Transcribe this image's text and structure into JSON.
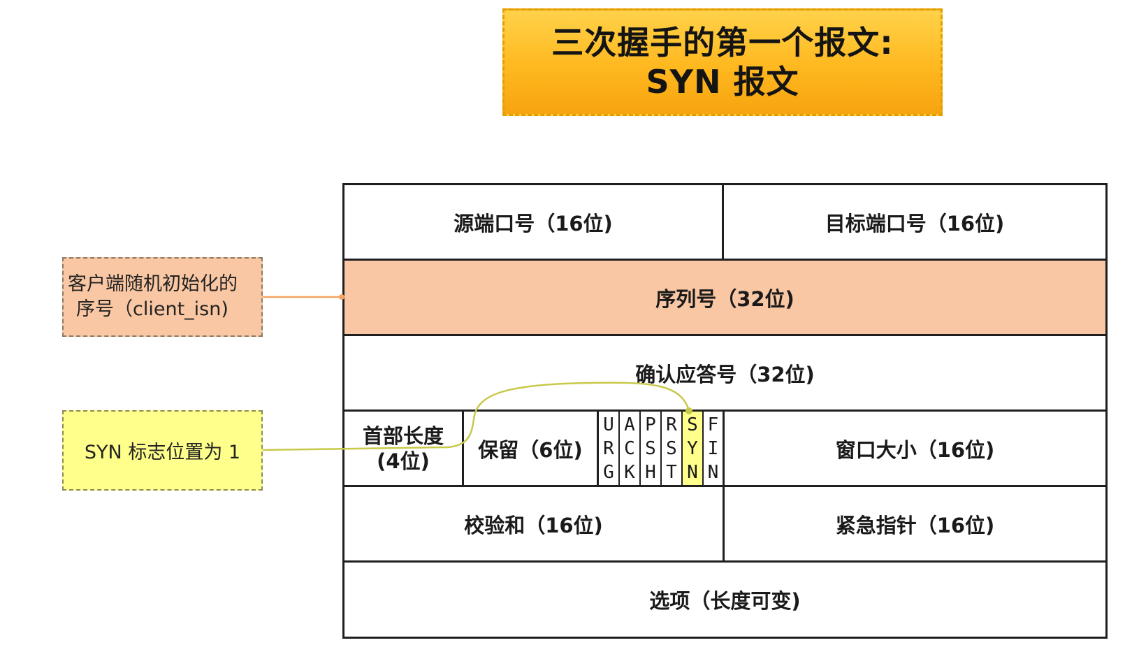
{
  "title": {
    "line1": "三次握手的第一个报文:",
    "line2": "SYN 报文"
  },
  "callouts": {
    "isn": {
      "line1": "客户端随机初始化的",
      "line2": "序号（client_isn)"
    },
    "syn": {
      "text": "SYN 标志位置为 1"
    }
  },
  "header": {
    "source_port": "源端口号（16位)",
    "dest_port": "目标端口号（16位)",
    "sequence": "序列号（32位)",
    "ack": "确认应答号（32位)",
    "header_length_1": "首部长度",
    "header_length_2": "(4位)",
    "reserved": "保留（6位)",
    "flags": [
      {
        "chars": [
          "U",
          "R",
          "G"
        ]
      },
      {
        "chars": [
          "A",
          "C",
          "K"
        ]
      },
      {
        "chars": [
          "P",
          "S",
          "H"
        ]
      },
      {
        "chars": [
          "R",
          "S",
          "T"
        ]
      },
      {
        "chars": [
          "S",
          "Y",
          "N"
        ]
      },
      {
        "chars": [
          "F",
          "I",
          "N"
        ]
      }
    ],
    "window": "窗口大小（16位)",
    "checksum": "校验和（16位)",
    "urgent": "紧急指针（16位)",
    "options": "选项（长度可变)"
  },
  "colors": {
    "title_fill": "#ffb81f",
    "sequence_fill": "#f9c7a3",
    "syn_fill": "#ffff8c",
    "isn_connector": "#f4a460",
    "syn_connector": "#c8c84a"
  }
}
